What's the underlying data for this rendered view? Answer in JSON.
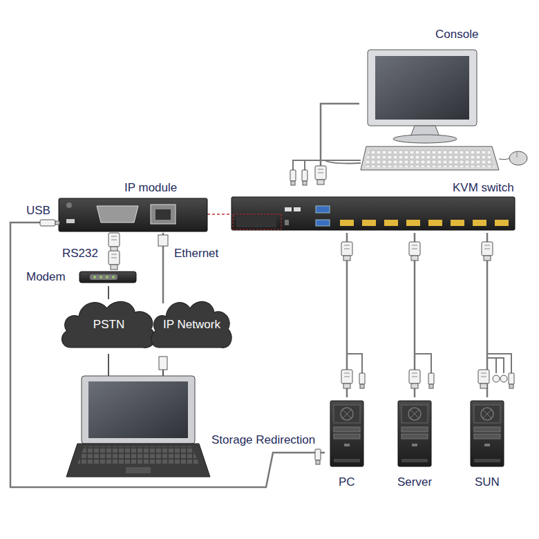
{
  "diagram": {
    "nodes": [
      {
        "text": [
          "Console"
        ]
      },
      {
        "text": [
          "KVM switch"
        ]
      },
      {
        "text": [
          "IP module"
        ]
      },
      {
        "text": [
          "Modem"
        ]
      },
      {
        "text": [
          "PSTN"
        ]
      },
      {
        "text": [
          "IP Network"
        ]
      },
      {
        "text": [
          "PC"
        ]
      },
      {
        "text": [
          "Server"
        ]
      },
      {
        "text": [
          "SUN"
        ]
      }
    ],
    "edges": [
      {
        "from": 0,
        "to": 1,
        "arrow": "none"
      },
      {
        "from": 2,
        "to": 1,
        "arrow": "none"
      },
      {
        "from": 2,
        "to": 3,
        "label": "RS232",
        "arrow": "none"
      },
      {
        "from": 3,
        "to": 4,
        "arrow": "none"
      },
      {
        "from": 2,
        "to": 5,
        "label": "Ethernet",
        "arrow": "none"
      },
      {
        "from": 1,
        "to": 6,
        "arrow": "none"
      },
      {
        "from": 1,
        "to": 7,
        "arrow": "none"
      },
      {
        "from": 1,
        "to": 8,
        "arrow": "none"
      },
      {
        "from": 2,
        "to": 6,
        "label": "Storage Redirection",
        "arrow": "none"
      }
    ],
    "labels": [
      "USB"
    ]
  }
}
